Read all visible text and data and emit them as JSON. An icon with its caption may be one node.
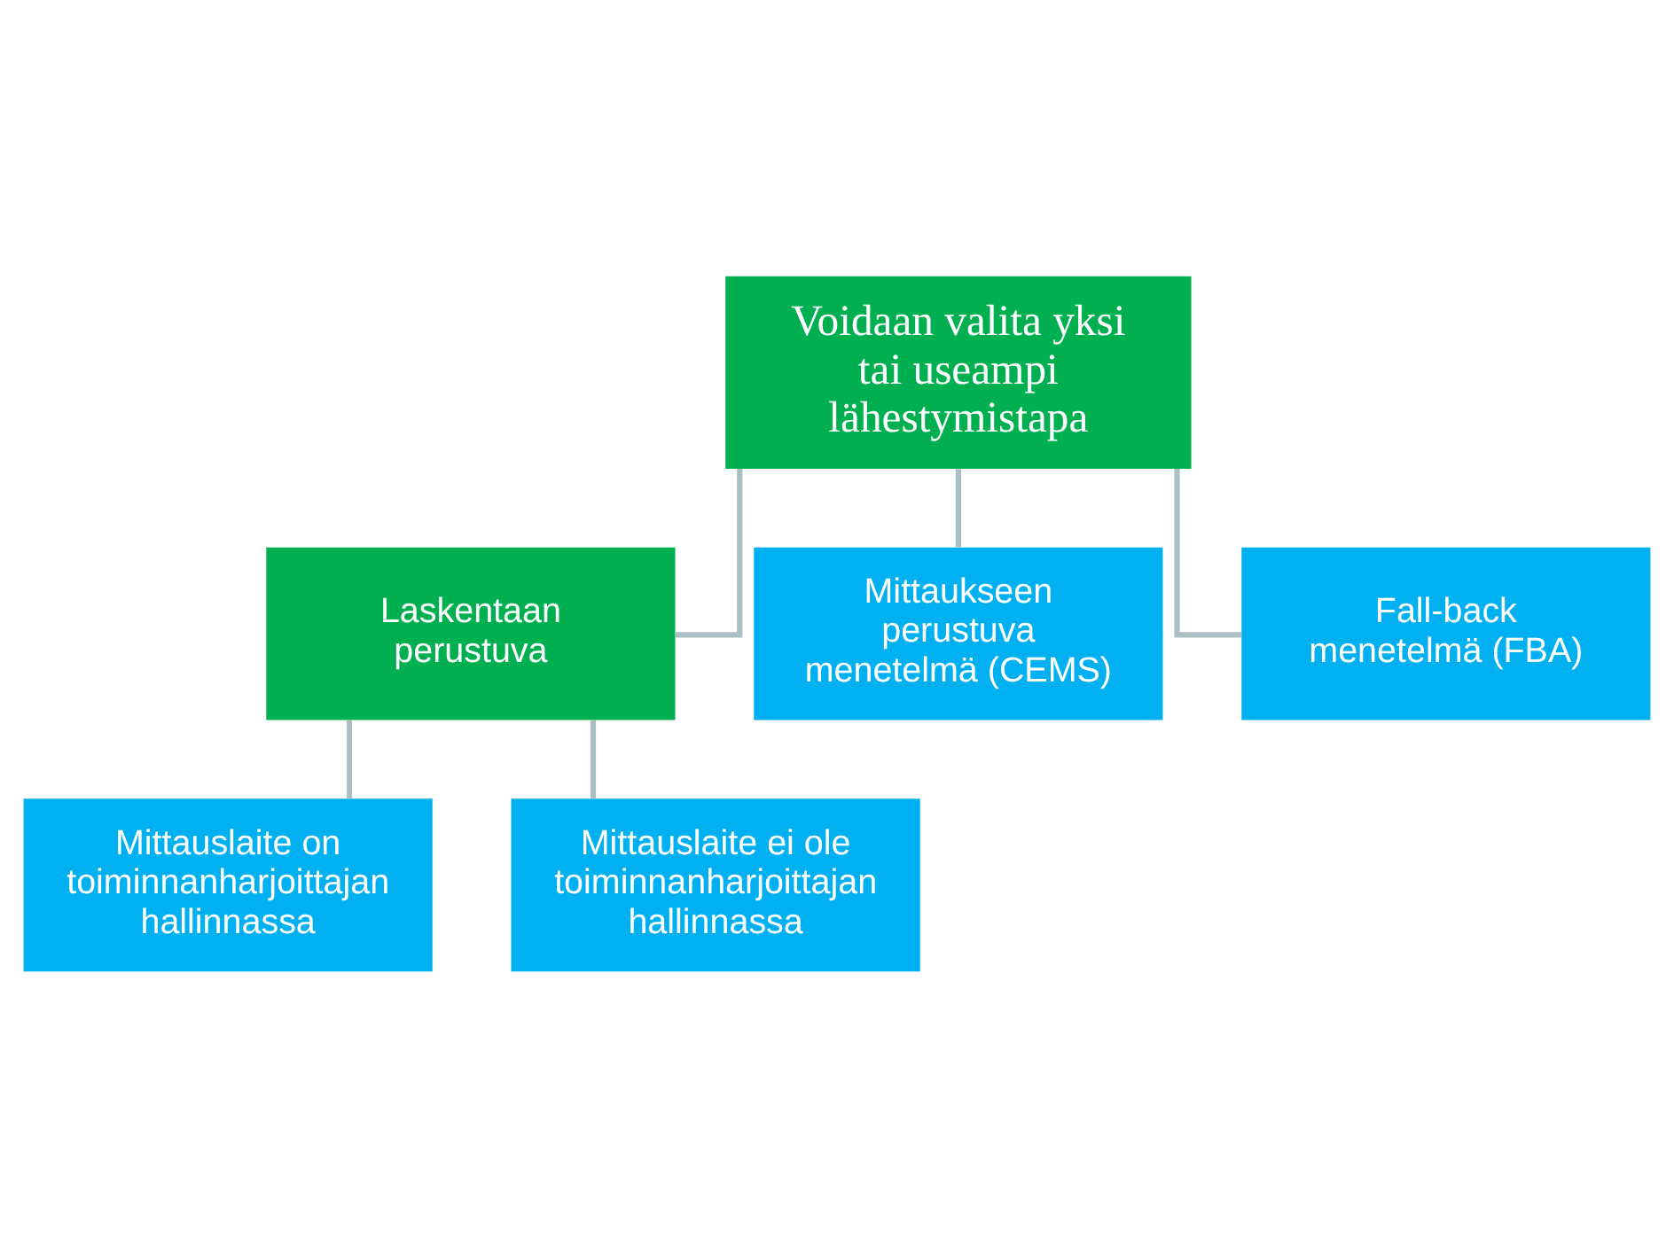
{
  "diagram": {
    "nodes": [
      {
        "text": [
          "Voidaan valita yksi tai useampi lähestymistapa"
        ]
      },
      {
        "text": [
          "Laskentaan perustuva"
        ]
      },
      {
        "text": [
          "Mittaukseen perustuva menetelmä (CEMS)"
        ]
      },
      {
        "text": [
          "Fall-back menetelmä (FBA)"
        ]
      },
      {
        "text": [
          "Mittauslaite on toiminnanharjoittajan hallinnassa"
        ]
      },
      {
        "text": [
          "Mittauslaite ei ole toiminnanharjoittajan hallinnassa"
        ]
      }
    ],
    "edges": [
      {
        "from": 0,
        "to": 1,
        "arrow": "none"
      },
      {
        "from": 0,
        "to": 2,
        "arrow": "none"
      },
      {
        "from": 0,
        "to": 3,
        "arrow": "none"
      },
      {
        "from": 1,
        "to": 4,
        "arrow": "none"
      },
      {
        "from": 1,
        "to": 5,
        "arrow": "none"
      }
    ]
  }
}
